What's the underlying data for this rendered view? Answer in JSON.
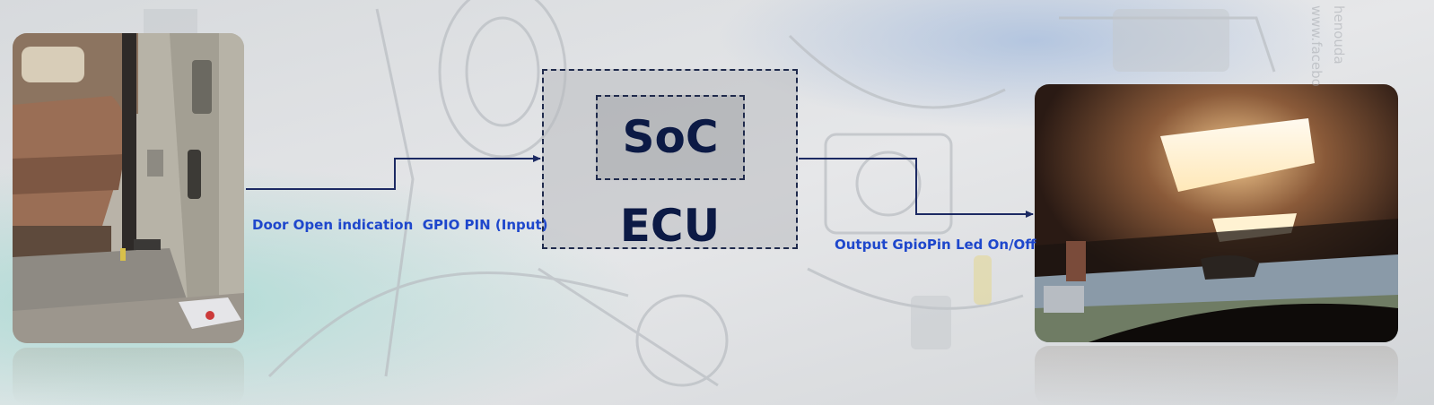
{
  "diagram": {
    "input": {
      "label": "Door Open indication  GPIO PIN (Input)",
      "image": "car-door-open-photo"
    },
    "ecu": {
      "inner_label": "SoC",
      "outer_label": "ECU"
    },
    "output": {
      "label": "Output GpioPin Led On/Off",
      "image": "car-interior-dome-light-photo"
    },
    "watermark": {
      "line1": "www.facebo",
      "line2": "henouda"
    }
  },
  "colors": {
    "block_text": "#0c1a45",
    "signal_text": "#1e47cc",
    "arrow": "#1c2a63",
    "dashed_border": "#1f2a4c"
  }
}
